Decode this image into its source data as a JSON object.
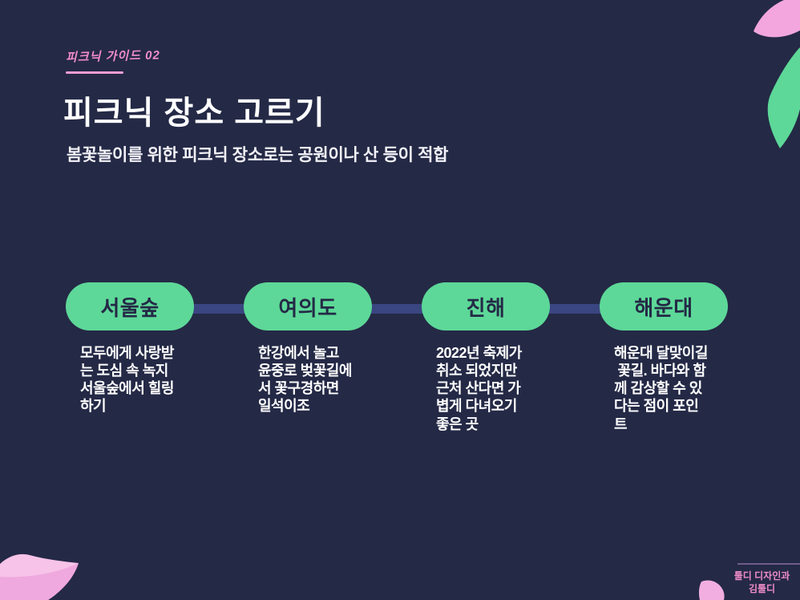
{
  "header": {
    "tag": "피크닉 가이드 02",
    "title": "피크닉 장소 고르기",
    "subtitle": "봄꽃놀이를 위한 피크닉 장소로는 공원이나 산 등이 적합"
  },
  "timeline": {
    "nodes": [
      {
        "label": "서울숲",
        "description": "모두에게 사랑받\n는 도심 속 녹지\n서울숲에서 힐링\n하기"
      },
      {
        "label": "여의도",
        "description": "한강에서 놀고\n윤중로 벚꽃길에\n서 꽃구경하면\n일석이조"
      },
      {
        "label": "진해",
        "description": "2022년 축제가\n취소 되었지만\n근처 산다면 가\n볍게 다녀오기\n좋은 곳"
      },
      {
        "label": "해운대",
        "description": "해운대 달맞이길\n 꽃길. 바다와 함\n께 감상할 수 있\n다는 점이 포인\n트"
      }
    ]
  },
  "footer": {
    "credit": "툴디 디자인과\n김툴디"
  },
  "colors": {
    "background": "#242946",
    "node_green": "#5DD898",
    "connector_blue": "#3A4680",
    "accent_pink": "#EF8CC9",
    "petal_pink": "#F2A6DD",
    "petal_pink_light": "#F7C3E8",
    "petal_pink_dark": "#EFA9DE",
    "credit_divider_purple": "#6F5C8B",
    "text_white": "#FFFFFF"
  }
}
